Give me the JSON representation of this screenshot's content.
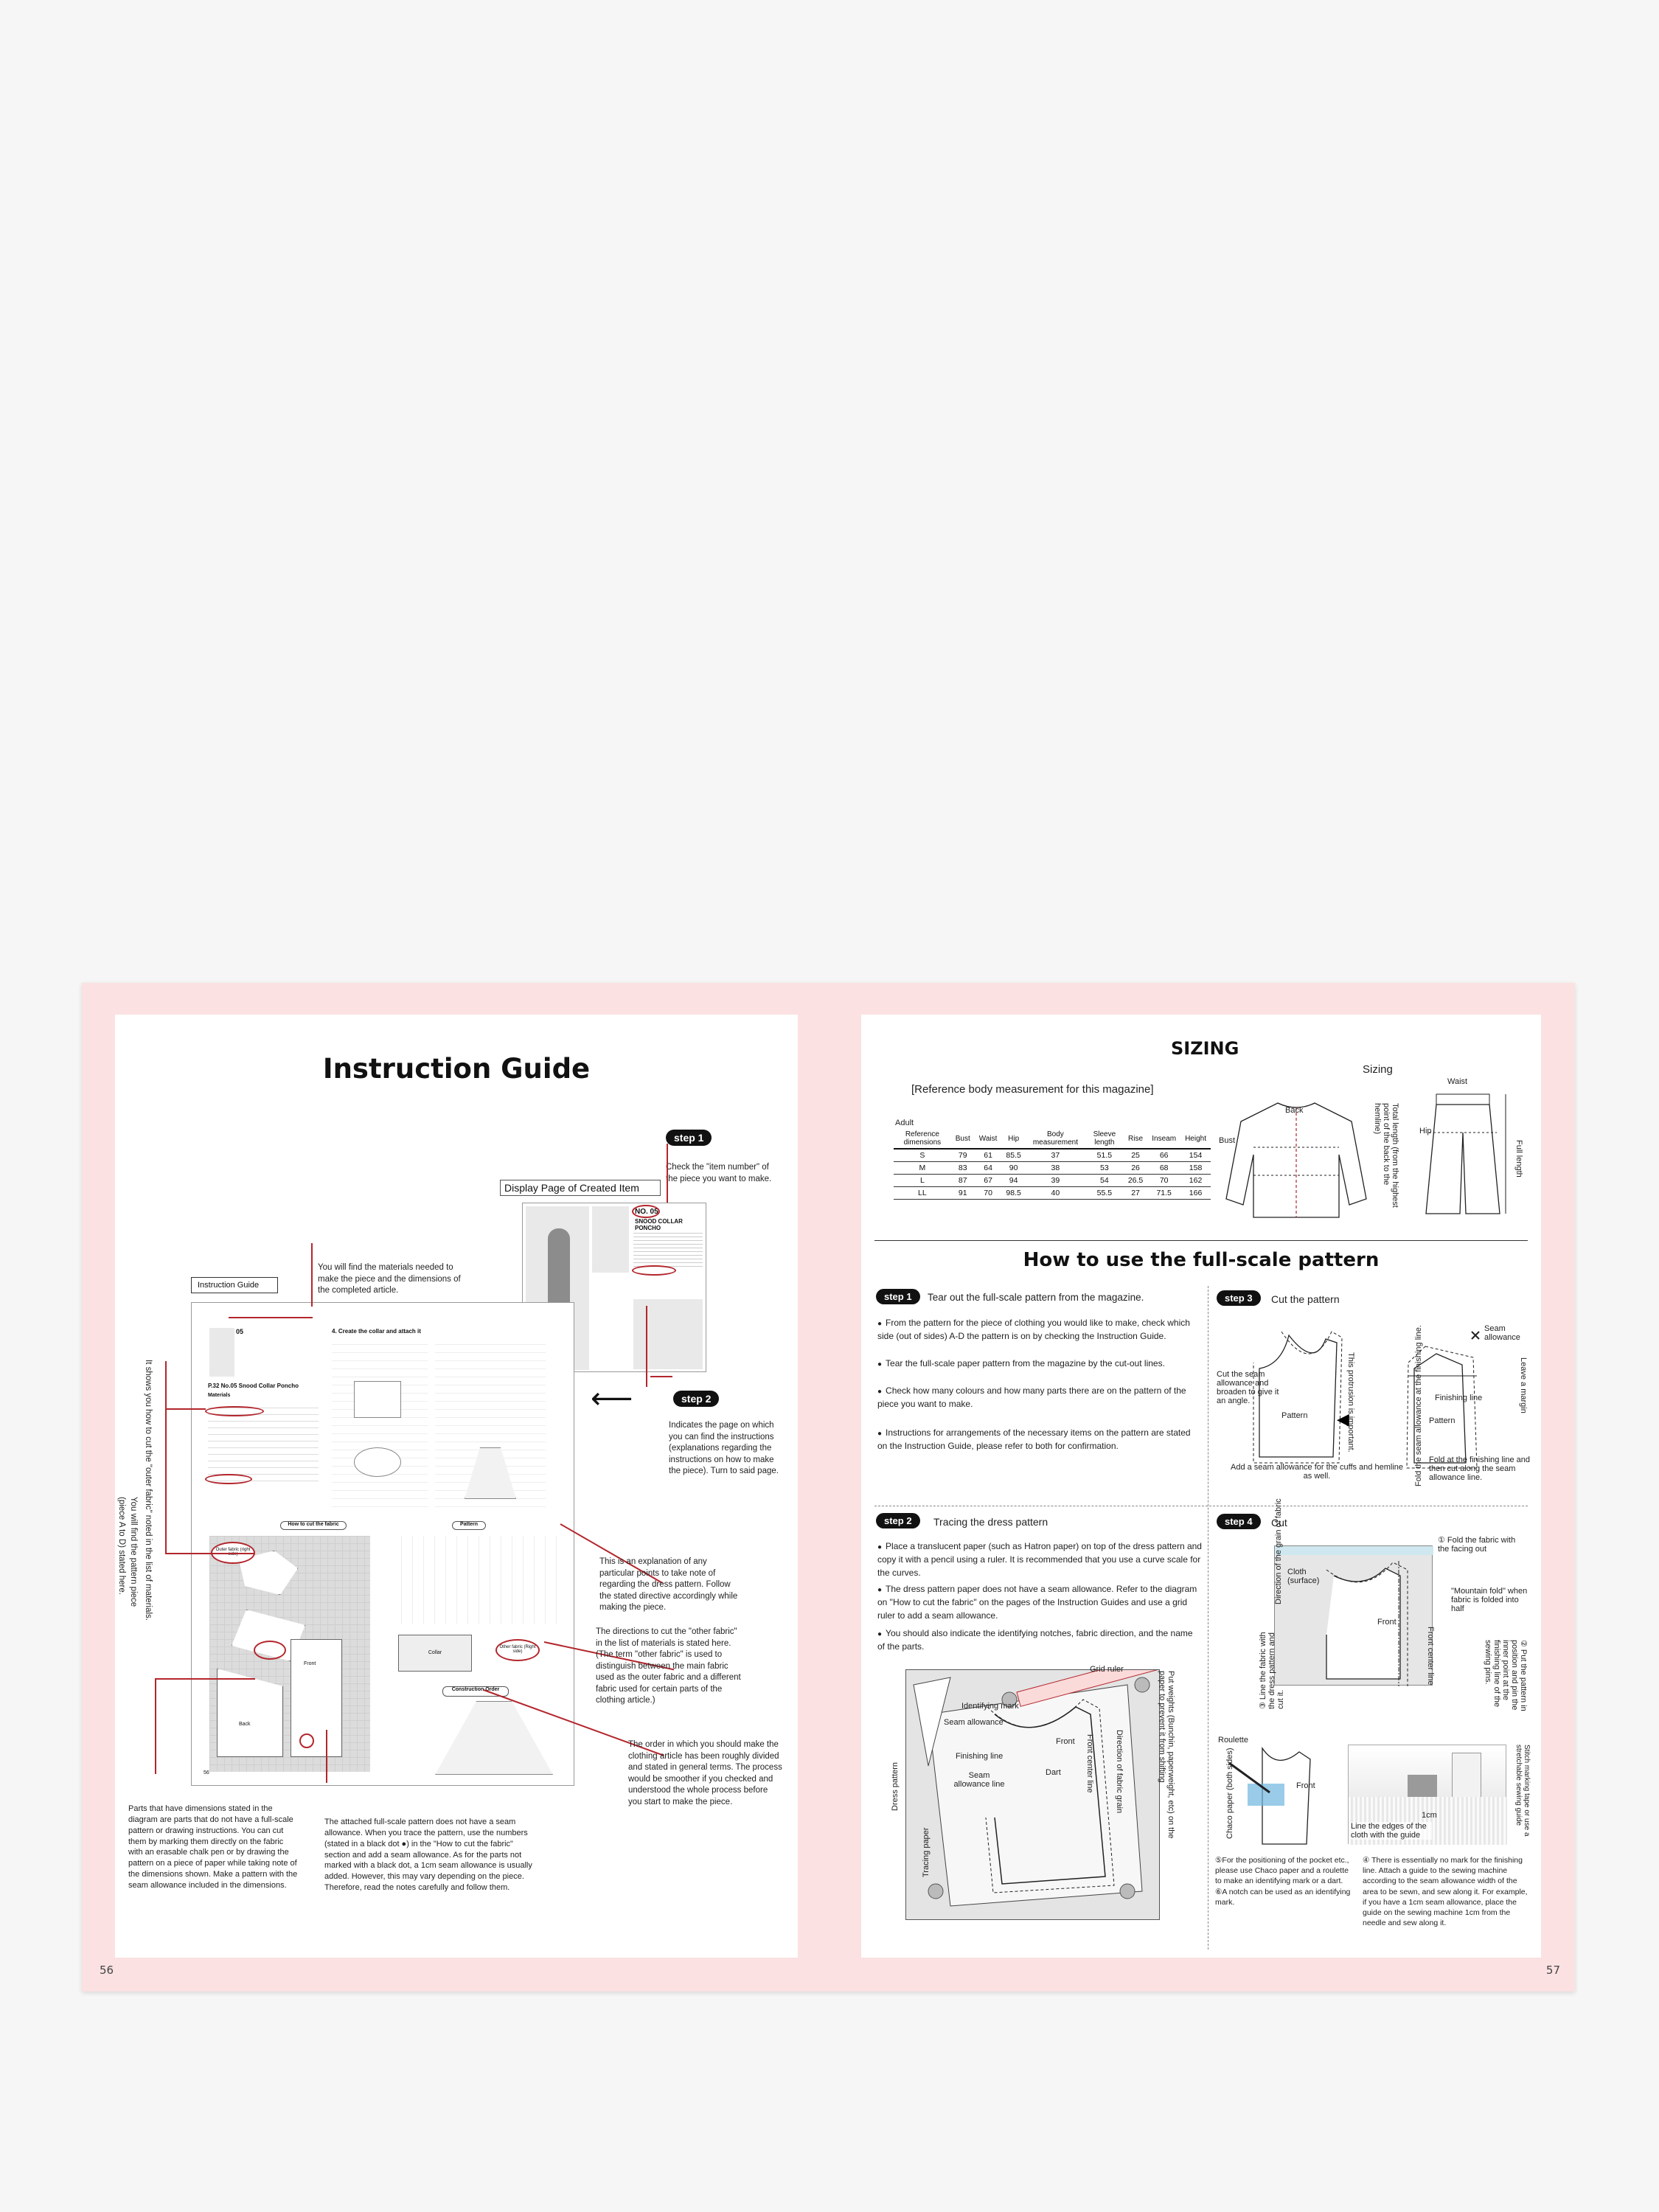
{
  "left_page": {
    "title": "Instruction Guide",
    "page_number": "56",
    "step1": {
      "badge": "step 1",
      "text": "Check the \"item number\" of the piece you want to make."
    },
    "display_page_label": "Display Page of Created Item",
    "step2": {
      "badge": "step 2",
      "text": "Indicates the page on which you can find the instructions (explanations regarding the instructions on how to make the piece). Turn to said page."
    },
    "materials_note": "You will find the materials needed to make the piece and the dimensions of the completed article.",
    "guide_label": "Instruction Guide",
    "pattern_note_rot": "It shows you how to cut the \"outer fabric\" noted in the list of materials.",
    "piece_note_rot": "You will find the pattern piece (piece A to D) stated here.",
    "explanation_note": "This is an explanation of any particular points to take note of regarding the dress pattern. Follow the stated directive accordingly while making the piece.",
    "other_fabric_note": "The directions to cut the \"other fabric\" in the list of materials is stated here. (The term \"other fabric\" is used to distinguish between the main fabric used as the outer fabric and a different fabric used for certain parts of the clothing article.)",
    "order_note": "The order in which you should make the clothing article has been roughly divided and stated in general terms. The process would be smoother if you checked and understood the whole process before you start to make the piece.",
    "dimensions_note": "Parts that have dimensions stated in the diagram are parts that do not have a full-scale pattern or drawing instructions. You can cut them by marking them directly on the fabric with an erasable chalk pen or by drawing the pattern on a piece of paper while taking note of the dimensions shown. Make a pattern with the seam allowance included in the dimensions.",
    "seam_note": "The attached full-scale pattern does not have a seam allowance. When you trace the pattern, use the numbers (stated in a black dot ●) in the \"How to cut the fabric\" section and add a seam allowance. As for the parts not marked with a black dot, a 1cm seam allowance is usually added. However, this may vary depending on the piece. Therefore, read the notes carefully and follow them.",
    "mini": {
      "item_no": "NO. 05",
      "item_name": "SNOOD COLLAR PONCHO",
      "item_heading": "P.32 No.05 Snood Collar Poncho",
      "materials": "Materials",
      "create_collar": "4. Create the collar and attach it",
      "how_to_cut": "How to cut the fabric",
      "pattern": "Pattern",
      "construction_order": "Construction Order",
      "outer_fabric": "Outer fabric (right side)",
      "other_fabric": "Other fabric (Right side)",
      "collar": "Collar",
      "front": "Front",
      "back": "Back",
      "page_no": "56",
      "corner_no": "05"
    }
  },
  "right_page": {
    "page_number": "57",
    "sizing_title": "SIZING",
    "ref_title": "[Reference body measurement for this magazine]",
    "sizing_label": "Sizing",
    "adult": "Adult",
    "table": {
      "headers": [
        "Reference dimensions",
        "Bust",
        "Waist",
        "Hip",
        "Body measurement",
        "Sleeve length",
        "Rise",
        "Inseam",
        "Height"
      ],
      "rows": [
        [
          "S",
          "79",
          "61",
          "85.5",
          "37",
          "51.5",
          "25",
          "66",
          "154"
        ],
        [
          "M",
          "83",
          "64",
          "90",
          "38",
          "53",
          "26",
          "68",
          "158"
        ],
        [
          "L",
          "87",
          "67",
          "94",
          "39",
          "54",
          "26.5",
          "70",
          "162"
        ],
        [
          "LL",
          "91",
          "70",
          "98.5",
          "40",
          "55.5",
          "27",
          "71.5",
          "166"
        ]
      ]
    },
    "fig_labels": {
      "back": "Back",
      "bust": "Bust",
      "total_length": "Total length (from the highest point of the back to the hemline)",
      "waist": "Waist",
      "hip": "Hip",
      "full_length": "Full length"
    },
    "how_title": "How to use the full-scale pattern",
    "step1": {
      "badge": "step 1",
      "title": "Tear out the full-scale pattern from the magazine.",
      "bullets": [
        "From the pattern for the piece of clothing you would like to make, check which side (out of sides) A-D the pattern is on by checking the Instruction Guide.",
        "Tear the full-scale paper pattern from the magazine by the cut-out lines.",
        "Check how many colours and how many parts there are on the pattern of the piece you want to make.",
        "Instructions for arrangements of the necessary items on the pattern are stated on the Instruction Guide, please refer to both for confirmation."
      ]
    },
    "step3": {
      "badge": "step 3",
      "title": "Cut the pattern",
      "labels": {
        "cut_seam": "Cut the seam allowance and broaden to give it an angle.",
        "protrusion": "This protrusion is important.",
        "pattern_a": "Pattern",
        "add_seam": "Add a seam allowance for the cuffs and hemline as well.",
        "seam_allowance": "Seam allowance",
        "finishing_line": "Finishing line",
        "pattern_b": "Pattern",
        "leave_margin": "Leave a margin",
        "fold_rot": "Fold the seam allowance at the finishing line.",
        "fold_cut": "Fold at the finishing line and then cut along the seam allowance line."
      }
    },
    "step2": {
      "badge": "step 2",
      "title": "Tracing the dress pattern",
      "b1": "Place a translucent paper (such as Hatron paper) on top of the dress pattern and copy it with a pencil using a ruler. It is recommended that you use a curve scale for the curves.",
      "b2": "The dress pattern paper does not have a seam allowance. Refer to the diagram on \"How to cut the fabric\" on the pages of the Instruction Guides and use a grid ruler to add a seam allowance.",
      "b3": "You should also indicate the identifying notches, fabric direction, and the name of the parts.",
      "labels": {
        "grid_ruler": "Grid ruler",
        "identifying_mark": "Identifying mark",
        "seam_allowance": "Seam allowance",
        "finishing_line": "Finishing line",
        "seam_allowance_line": "Seam allowance line",
        "front": "Front",
        "dart": "Dart",
        "front_center": "Front center line",
        "fabric_grain": "Direction of fabric grain",
        "dress_pattern": "Dress pattern",
        "tracing_paper": "Tracing paper",
        "weights": "Put weights (Bunchin, paperweight, etc) on the paper to prevent it from shifting"
      }
    },
    "step4": {
      "badge": "step 4",
      "title": "Cut",
      "labels": {
        "fold_fabric": "① Fold the fabric with the facing out",
        "grain": "Direction of the grain of fabric",
        "cloth": "Cloth (surface)",
        "mountain_fold": "\"Mountain fold\" when fabric is folded into half",
        "front": "Front",
        "front_center": "Front center line",
        "put_pattern": "② Put the pattern in position and pin the inner point at the finishing line of the sewing pins.",
        "line_fabric": "③ Line the fabric with the dress pattern and cut it.",
        "roulette": "Roulette",
        "chaco": "Chaco paper (both sides)",
        "front2": "Front",
        "line_edges": "Line the edges of the cloth with the guide",
        "one_cm": "1cm",
        "stitch_guide": "Stitch marking tape or use a stretchable sewing guide",
        "note5": "⑤For the positioning of the pocket etc., please use Chaco paper and a roulette to make an identifying mark or a dart. ⑥A notch can be used as an identifying mark.",
        "note4": "④ There is essentially no mark for the finishing line. Attach a guide to the sewing machine according to the seam allowance width of the area to be sewn, and sew along it. For example, if you have a 1cm seam allowance, place the guide on the sewing machine 1cm from the needle and sew along it."
      }
    }
  }
}
